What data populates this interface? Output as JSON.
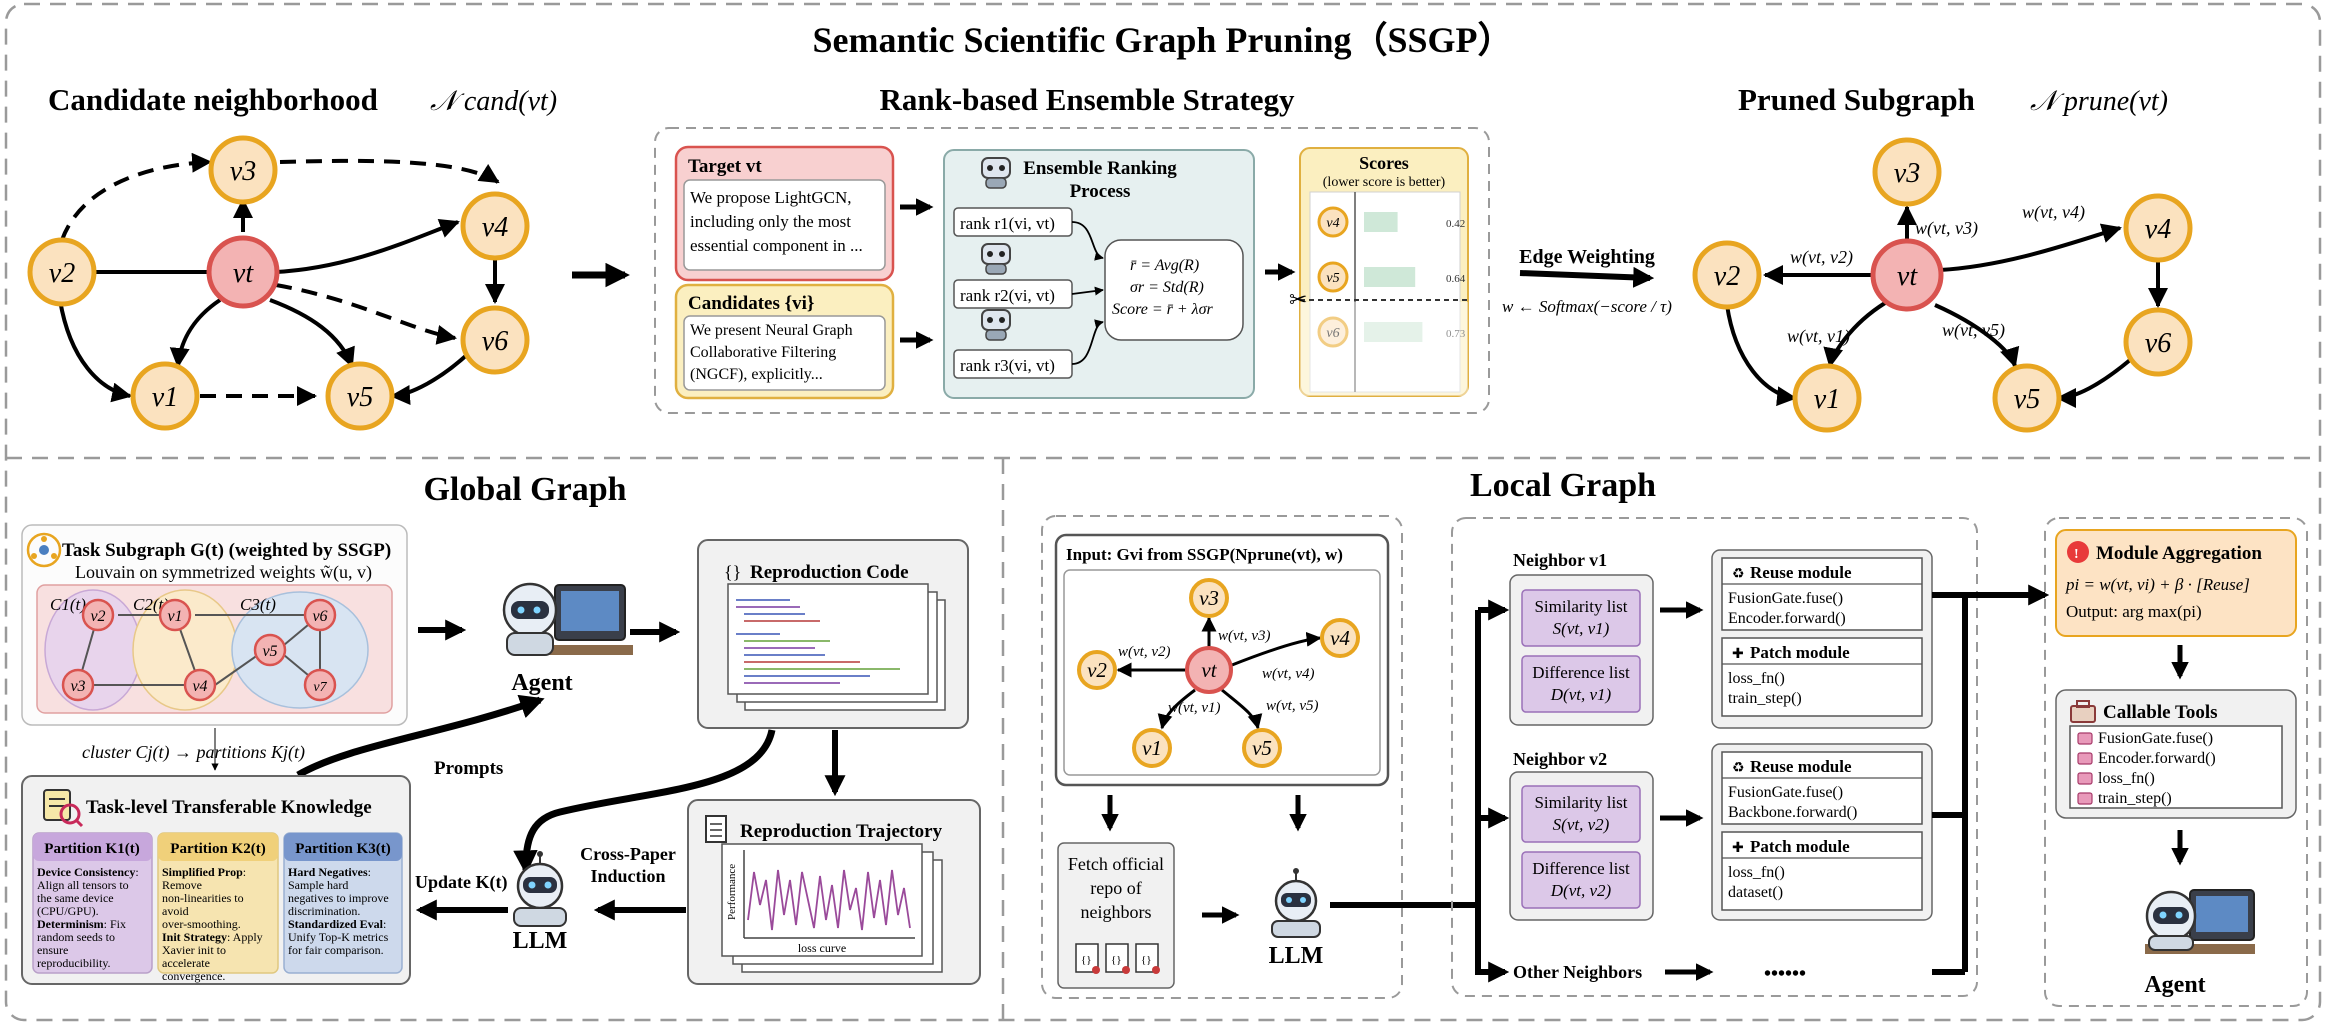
{
  "ssgp": {
    "title": "Semantic Scientific Graph Pruning（SSGP）",
    "candidate_title": "Candidate neighborhood",
    "candidate_math": "𝒩 cand(vt)",
    "ensemble_title": "Rank-based Ensemble Strategy",
    "pruned_title": "Pruned Subgraph",
    "pruned_math": "𝒩 prune(vt)",
    "target_label": "Target vt",
    "target_text": [
      "We propose LightGCN,",
      "including only the most",
      "essential component in ..."
    ],
    "candidates_label": "Candidates {vi}",
    "candidates_text": [
      "We present Neural Graph",
      "Collaborative Filtering",
      "(NGCF), explicitly..."
    ],
    "ensemble_box_title": [
      "Ensemble Ranking",
      "Process"
    ],
    "rank_labels": [
      "rank r1(vi, vt)",
      "rank r2(vi, vt)",
      "rank r3(vi, vt)"
    ],
    "formulas": [
      "r̄ = Avg(R)",
      "σr = Std(R)",
      "Score = r̄ + λσr"
    ],
    "scores_title": "Scores",
    "scores_subtitle": "(lower score is better)",
    "edge_weighting": "Edge Weighting",
    "softmax": "w ← Softmax(−score / τ)",
    "nodes": [
      "vt",
      "v1",
      "v2",
      "v3",
      "v4",
      "v5",
      "v6"
    ],
    "edge_weights": [
      "w(vt, v2)",
      "w(vt, v3)",
      "w(vt, v4)",
      "w(vt, v1)",
      "w(vt, v5)"
    ]
  },
  "scores": [
    {
      "node": "v4",
      "value": 0.42,
      "label": "0.42"
    },
    {
      "node": "v5",
      "value": 0.64,
      "label": "0.64"
    },
    {
      "node": "v6",
      "value": 0.73,
      "label": "0.73"
    }
  ],
  "global": {
    "title": "Global Graph",
    "task_subgraph": "Task Subgraph G(t) (weighted by SSGP)",
    "louvain": "Louvain on symmetrized weights w̃(u, v)",
    "clusters": [
      "C1(t)",
      "C2(t)",
      "C3(t)"
    ],
    "agent": "Agent",
    "reproduction_code": "Reproduction Code",
    "cluster_partition": "cluster Cj(t) → partitions Kj(t)",
    "prompts": "Prompts",
    "ttk_title": "Task-level Transferable Knowledge",
    "partitions": [
      {
        "title": "Partition K1(t)",
        "lines": [
          [
            "Device Consistency",
            ": Align all tensors to the same device (CPU/GPU)."
          ],
          [
            "Determinism",
            ": Fix random seeds to ensure reproducibility."
          ]
        ]
      },
      {
        "title": "Partition K2(t)",
        "lines": [
          [
            "Simplified Prop",
            ": Remove non-linearities to avoid over-smoothing."
          ],
          [
            "Init Strategy",
            ": Apply Xavier init to accelerate convergence."
          ]
        ]
      },
      {
        "title": "Partition K3(t)",
        "lines": [
          [
            "Hard Negatives",
            ": Sample hard negatives to improve discrimination."
          ],
          [
            "Standardized Eval",
            ": Unify Top-K metrics for fair comparison."
          ]
        ]
      }
    ],
    "update": "Update K(t)",
    "cross_paper": [
      "Cross-Paper",
      "Induction"
    ],
    "llm": "LLM",
    "trajectory": "Reproduction Trajectory",
    "performance": "Performance",
    "loss_curve": "loss curve"
  },
  "local": {
    "title": "Local Graph",
    "input": "Input: Gvi from SSGP(Nprune(vt), w)",
    "fetch": [
      "Fetch official",
      "repo of",
      "neighbors"
    ],
    "llm": "LLM",
    "neighbor_v1": "Neighbor v1",
    "neighbor_v2": "Neighbor v2",
    "other_neighbors": "Other Neighbors",
    "ellipsis": "••••••",
    "similarity_list_1": [
      "Similarity list",
      "S(vt, v1)"
    ],
    "difference_list_1": [
      "Difference list",
      "D(vt, v1)"
    ],
    "similarity_list_2": [
      "Similarity list",
      "S(vt, v2)"
    ],
    "difference_list_2": [
      "Difference list",
      "D(vt, v2)"
    ],
    "reuse_module": "Reuse module",
    "patch_module": "Patch module",
    "reuse_items_1": [
      "FusionGate.fuse()",
      "Encoder.forward()"
    ],
    "patch_items_1": [
      "loss_fn()",
      "train_step()"
    ],
    "reuse_items_2": [
      "FusionGate.fuse()",
      "Backbone.forward()"
    ],
    "patch_items_2": [
      "loss_fn()",
      "dataset()"
    ],
    "module_aggregation": "Module Aggregation",
    "agg_formula": "pi = w(vt, vi) + β · [Reuse]",
    "agg_output": "Output: arg max(pi)",
    "callable_tools": "Callable Tools",
    "tools": [
      "FusionGate.fuse()",
      "Encoder.forward()",
      "loss_fn()",
      "train_step()"
    ],
    "agent": "Agent"
  },
  "colors": {
    "node_fill": "#fbe2bf",
    "node_stroke": "#e8a520",
    "target_fill": "#f3b3b3",
    "target_stroke": "#d9534f",
    "panel_pink": "#f8d0d0",
    "panel_yellow": "#fbefc0",
    "panel_teal": "#e6f0f0",
    "purple": "#dcc8e8",
    "orange": "#fde3c4"
  }
}
